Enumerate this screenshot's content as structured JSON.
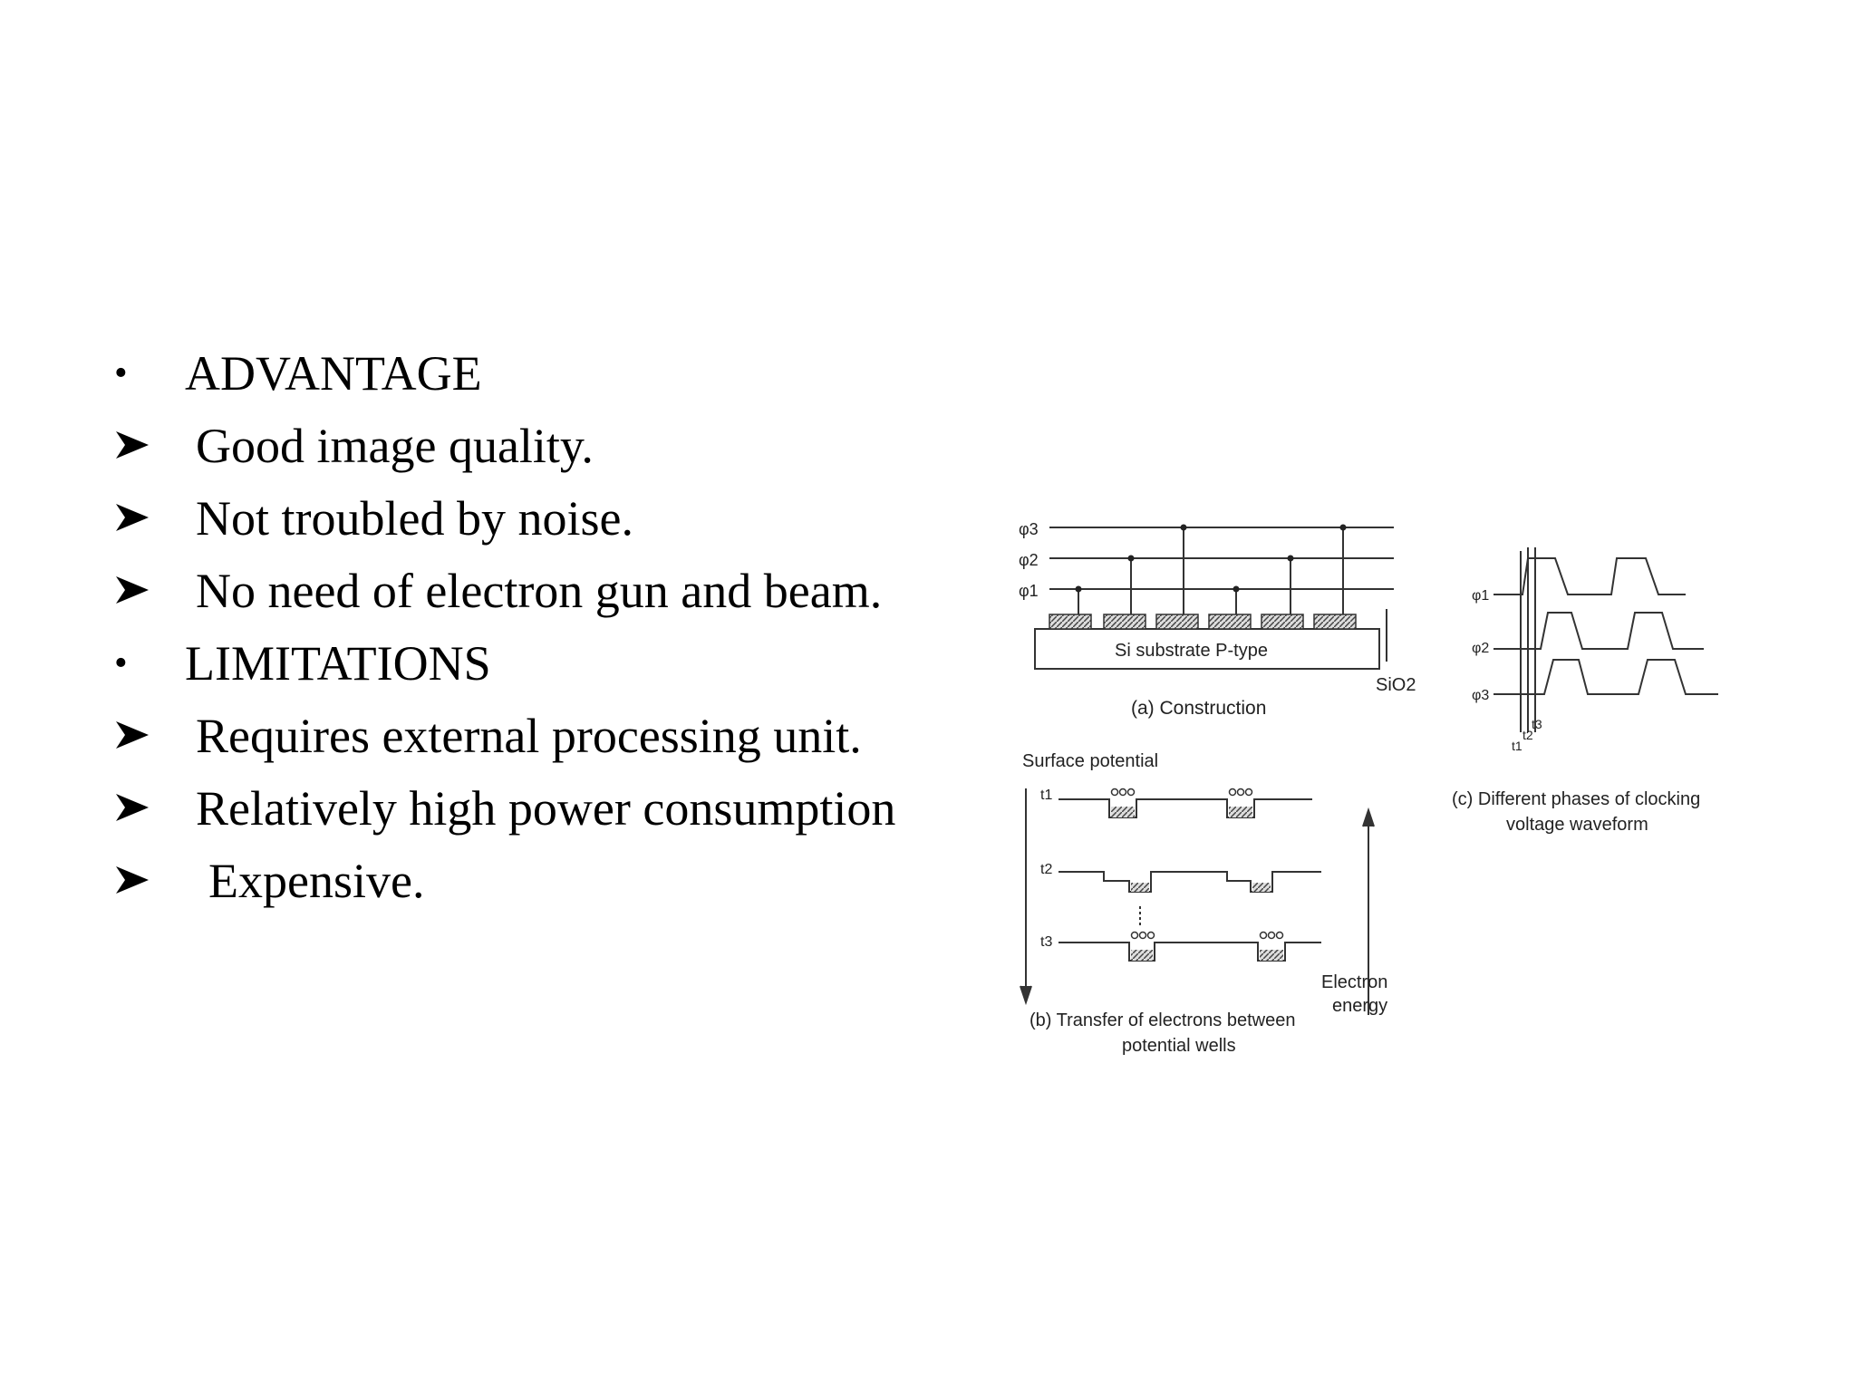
{
  "slide": {
    "items": [
      {
        "kind": "bullet",
        "text": "ADVANTAGE"
      },
      {
        "kind": "arrow",
        "text": "Good image quality."
      },
      {
        "kind": "arrow",
        "text": "Not troubled by noise."
      },
      {
        "kind": "arrow",
        "text": "No need of electron gun and beam."
      },
      {
        "kind": "bullet",
        "text": "LIMITATIONS"
      },
      {
        "kind": "arrow",
        "text": "Requires external processing unit."
      },
      {
        "kind": "arrow",
        "text": "Relatively high power consumption"
      },
      {
        "kind": "arrow",
        "text": "Expensive."
      }
    ]
  },
  "figure": {
    "phase_labels": [
      "φ3",
      "φ2",
      "φ1"
    ],
    "substrate_label": "Si substrate P-type",
    "oxide_label": "SiO2",
    "caption_a": "(a) Construction",
    "surface_potential": "Surface potential",
    "time_labels": [
      "t1",
      "t2",
      "t3"
    ],
    "electron_energy_1": "Electron",
    "electron_energy_2": "energy",
    "caption_b_1": "(b) Transfer of electrons between",
    "caption_b_2": "potential wells",
    "clock_labels": [
      "φ1",
      "φ2",
      "φ3"
    ],
    "caption_c_1": "(c) Different phases of clocking",
    "caption_c_2": "voltage waveform"
  }
}
